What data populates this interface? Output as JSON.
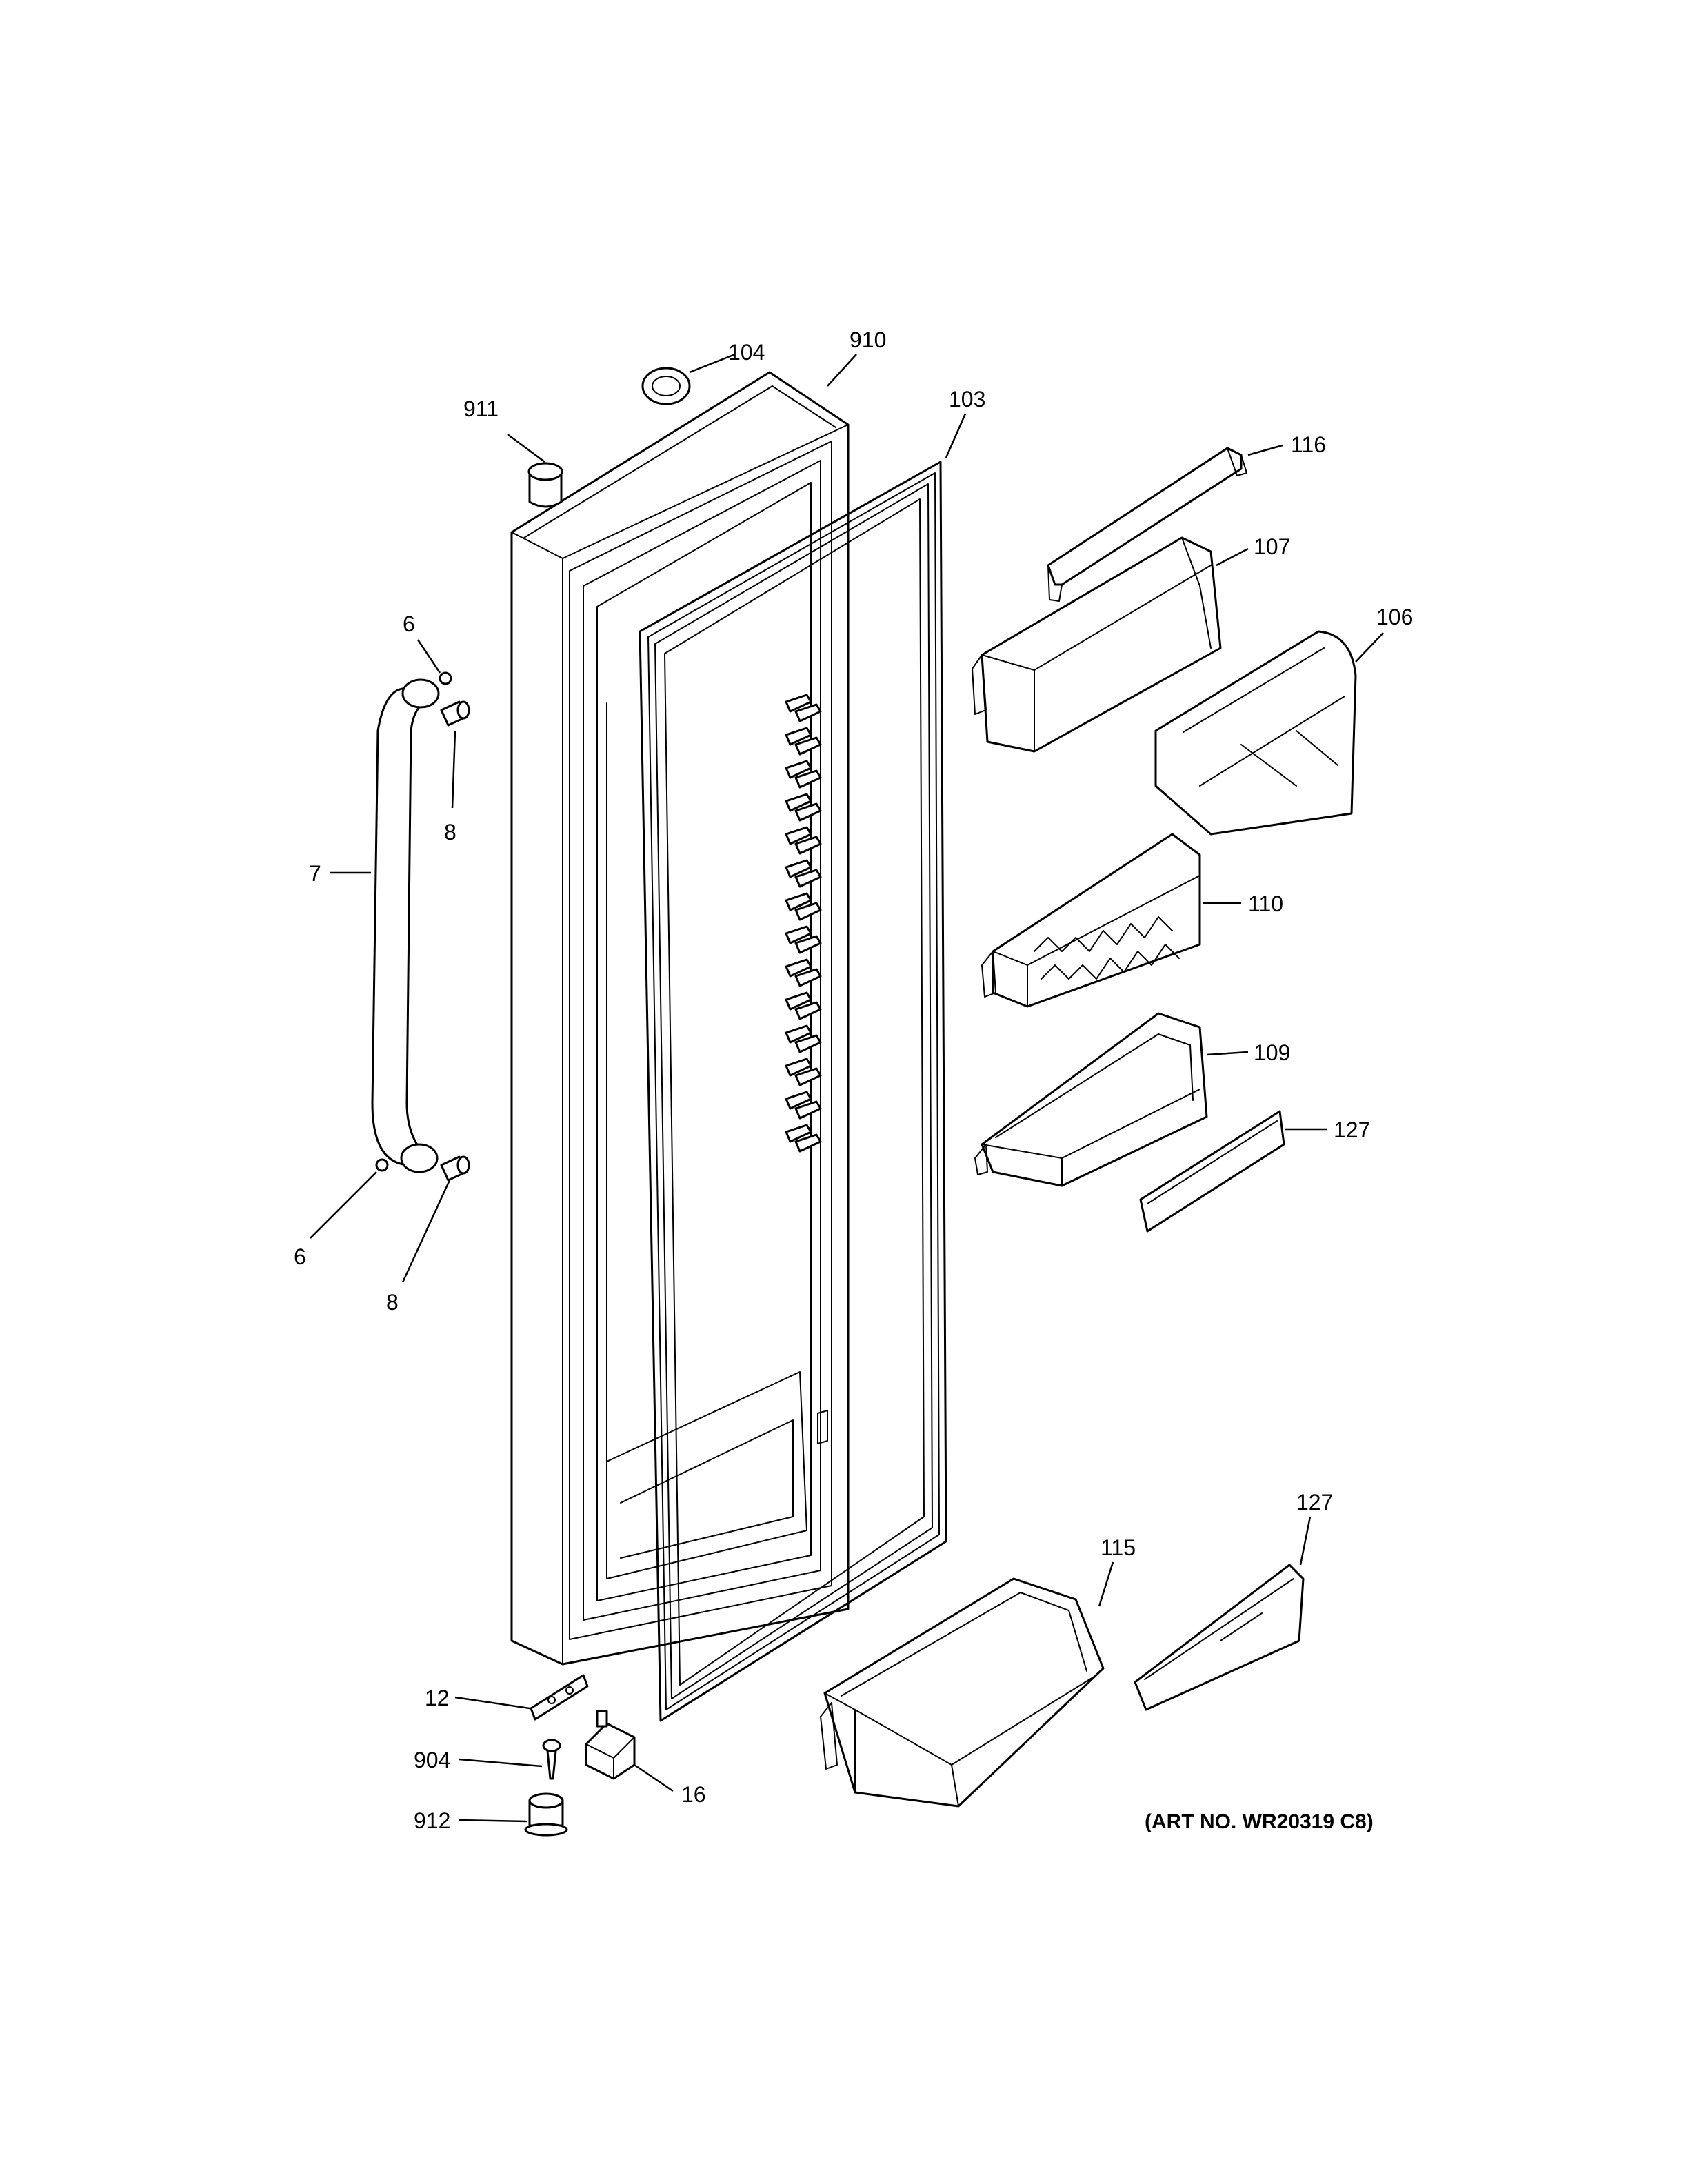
{
  "callouts": {
    "p104": "104",
    "p910": "910",
    "p103": "103",
    "p911": "911",
    "p116": "116",
    "p107": "107",
    "p106": "106",
    "p6_top": "6",
    "p8_top": "8",
    "p7": "7",
    "p110": "110",
    "p109": "109",
    "p127_mid": "127",
    "p6_bottom": "6",
    "p8_bottom": "8",
    "p127_bottom": "127",
    "p115": "115",
    "p12": "12",
    "p904": "904",
    "p16": "16",
    "p912": "912"
  },
  "art_number": "(ART NO. WR20319 C8)"
}
